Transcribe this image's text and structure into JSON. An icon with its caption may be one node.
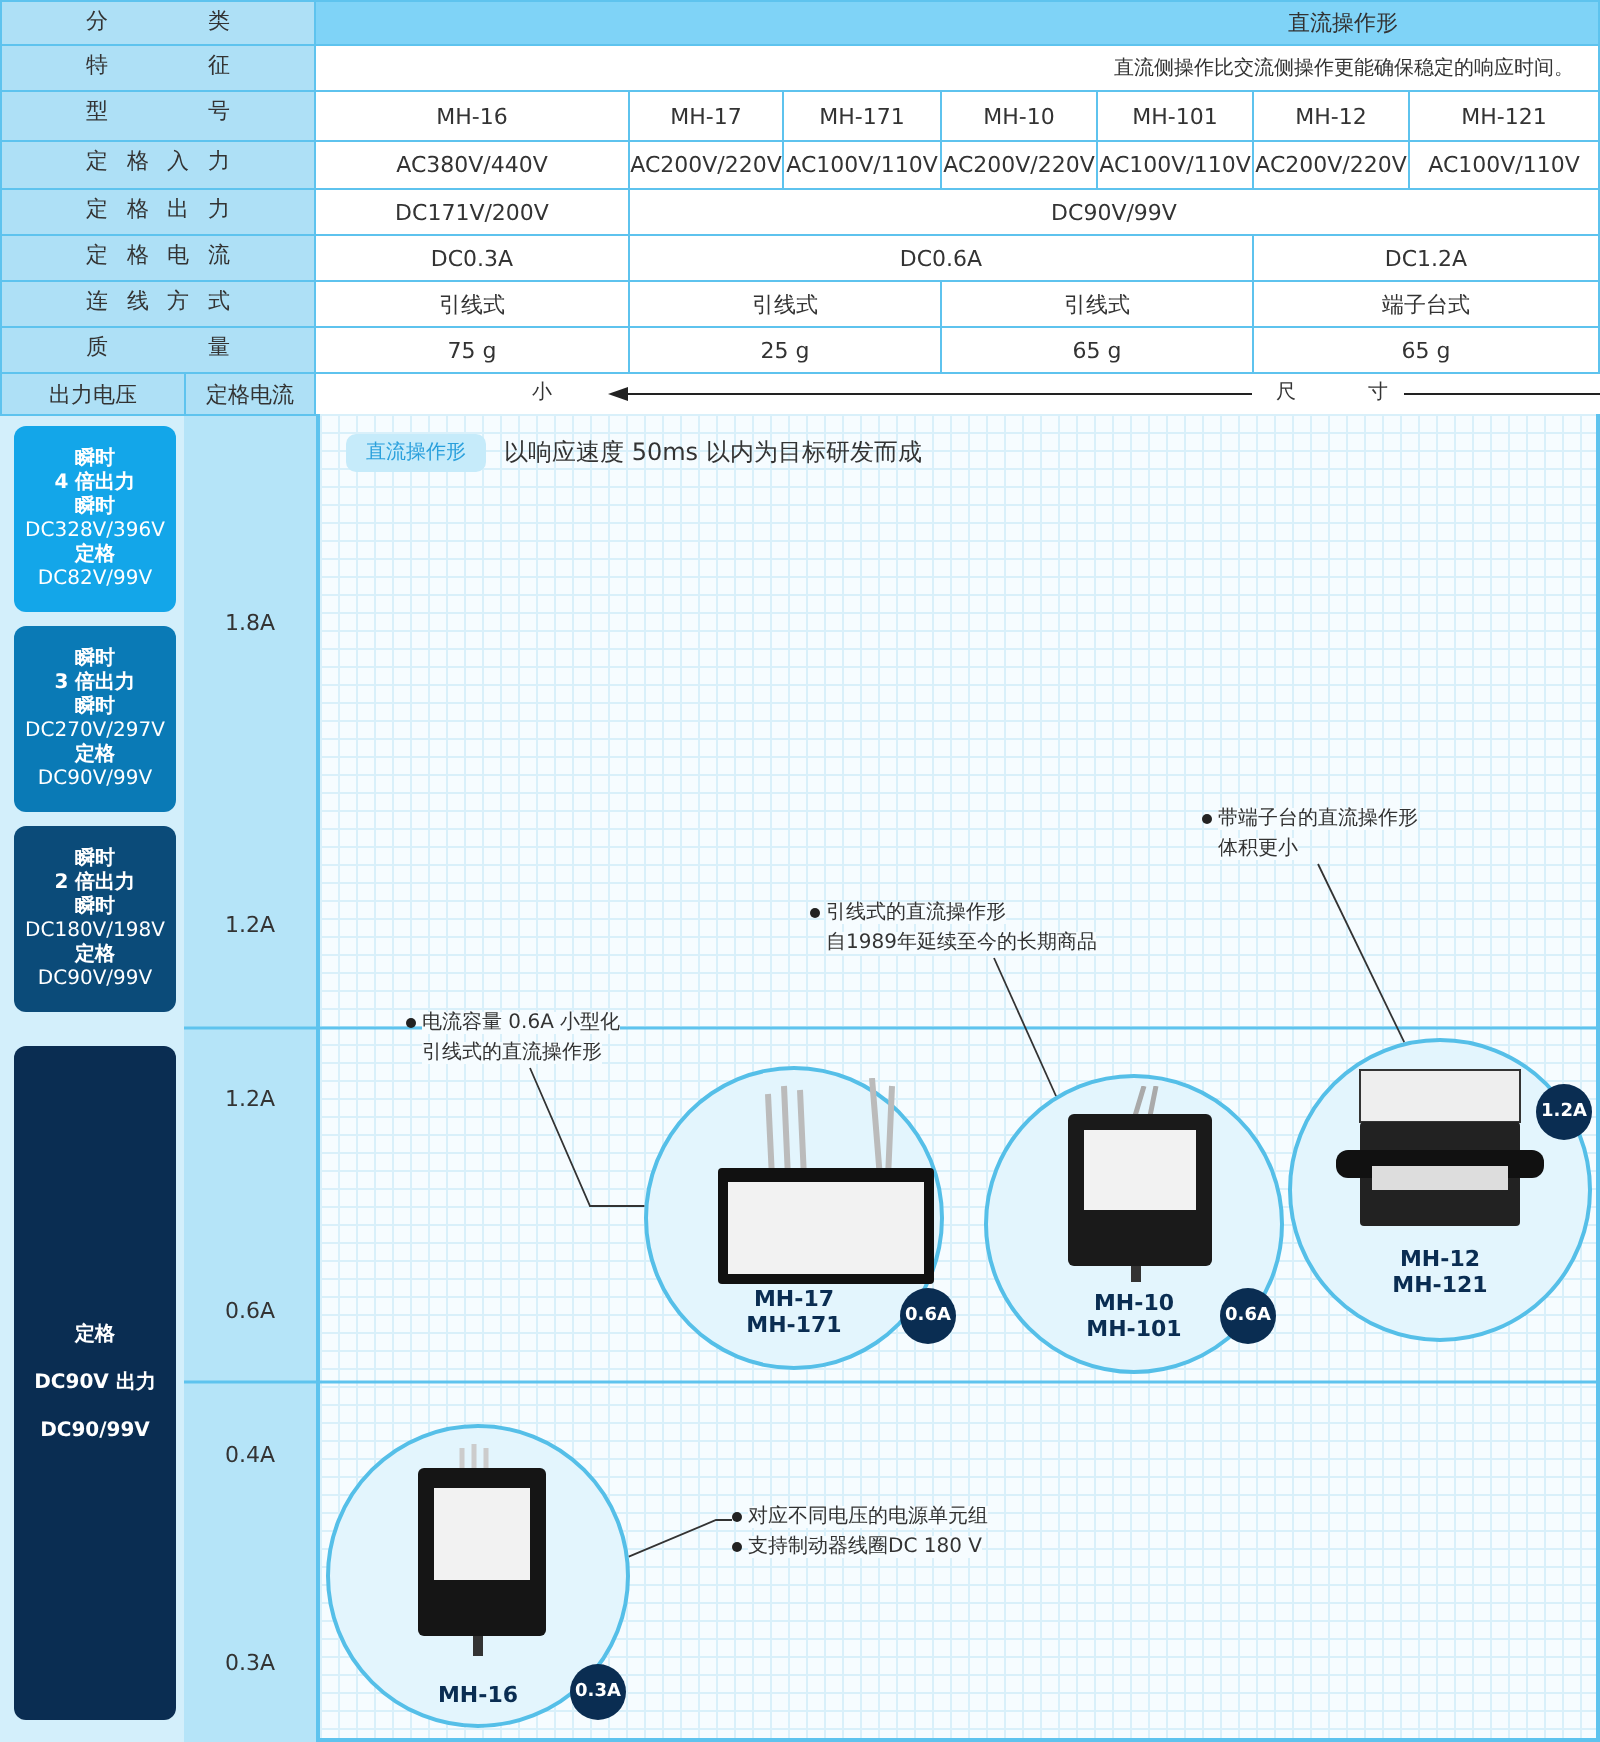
{
  "diagram": {
    "nodes": [
      {
        "text": [
          "瞬时",
          "4 倍出力",
          "瞬时",
          "DC328V/396V",
          "定格",
          "DC82V/99V"
        ]
      },
      {
        "text": [
          "瞬时",
          "3 倍出力",
          "瞬时",
          "DC270V/297V",
          "定格",
          "DC90V/99V"
        ]
      },
      {
        "text": [
          "瞬时",
          "2 倍出力",
          "瞬时",
          "DC180V/198V",
          "定格",
          "DC90V/99V"
        ]
      },
      {
        "text": [
          "定格",
          "DC90V 出力",
          "DC90/99V"
        ]
      },
      {
        "text": [
          "电流容量 0.6A 小型化",
          "引线式的直流操作形"
        ]
      },
      {
        "text": [
          "MH-17",
          "MH-171",
          "0.6A"
        ]
      },
      {
        "text": [
          "引线式的直流操作形",
          "自1989年延续至今的长期商品"
        ]
      },
      {
        "text": [
          "MH-10",
          "MH-101",
          "0.6A"
        ]
      },
      {
        "text": [
          "带端子台的直流操作形",
          "体积更小"
        ]
      },
      {
        "text": [
          "MH-12",
          "MH-121",
          "1.2A"
        ]
      },
      {
        "text": [
          "MH-16",
          "0.3A"
        ]
      },
      {
        "text": [
          "对应不同电压的电源单元组",
          "支持制动器线圈DC 180 V"
        ]
      }
    ],
    "edges": [
      {
        "from": 4,
        "to": 5,
        "arrow": "none"
      },
      {
        "from": 6,
        "to": 7,
        "arrow": "none"
      },
      {
        "from": 8,
        "to": 9,
        "arrow": "none"
      },
      {
        "from": 11,
        "to": 10,
        "arrow": "none"
      }
    ],
    "labels": [
      "分类",
      "直流操作形",
      "特征",
      "直流侧操作比交流侧操作更能确保稳定的响应时间。",
      "型号",
      "MH-16",
      "MH-17",
      "MH-171",
      "MH-10",
      "MH-101",
      "MH-12",
      "MH-121",
      "定格入力",
      "AC380V/440V",
      "AC200V/220V",
      "AC100V/110V",
      "AC200V/220V",
      "AC100V/110V",
      "AC200V/220V",
      "AC100V/110V",
      "定格出力",
      "DC171V/200V",
      "DC90V/99V",
      "定格电流",
      "DC0.3A",
      "DC0.6A",
      "DC1.2A",
      "连线方式",
      "引线式",
      "引线式",
      "引线式",
      "端子台式",
      "质量",
      "75 g",
      "25 g",
      "65 g",
      "65 g",
      "出力电压",
      "定格电流",
      "小",
      "尺寸",
      "1.8A",
      "1.2A",
      "1.2A",
      "0.6A",
      "0.4A",
      "0.3A",
      "直流操作形",
      "以响应速度 50ms 以内为目标研发而成"
    ]
  }
}
